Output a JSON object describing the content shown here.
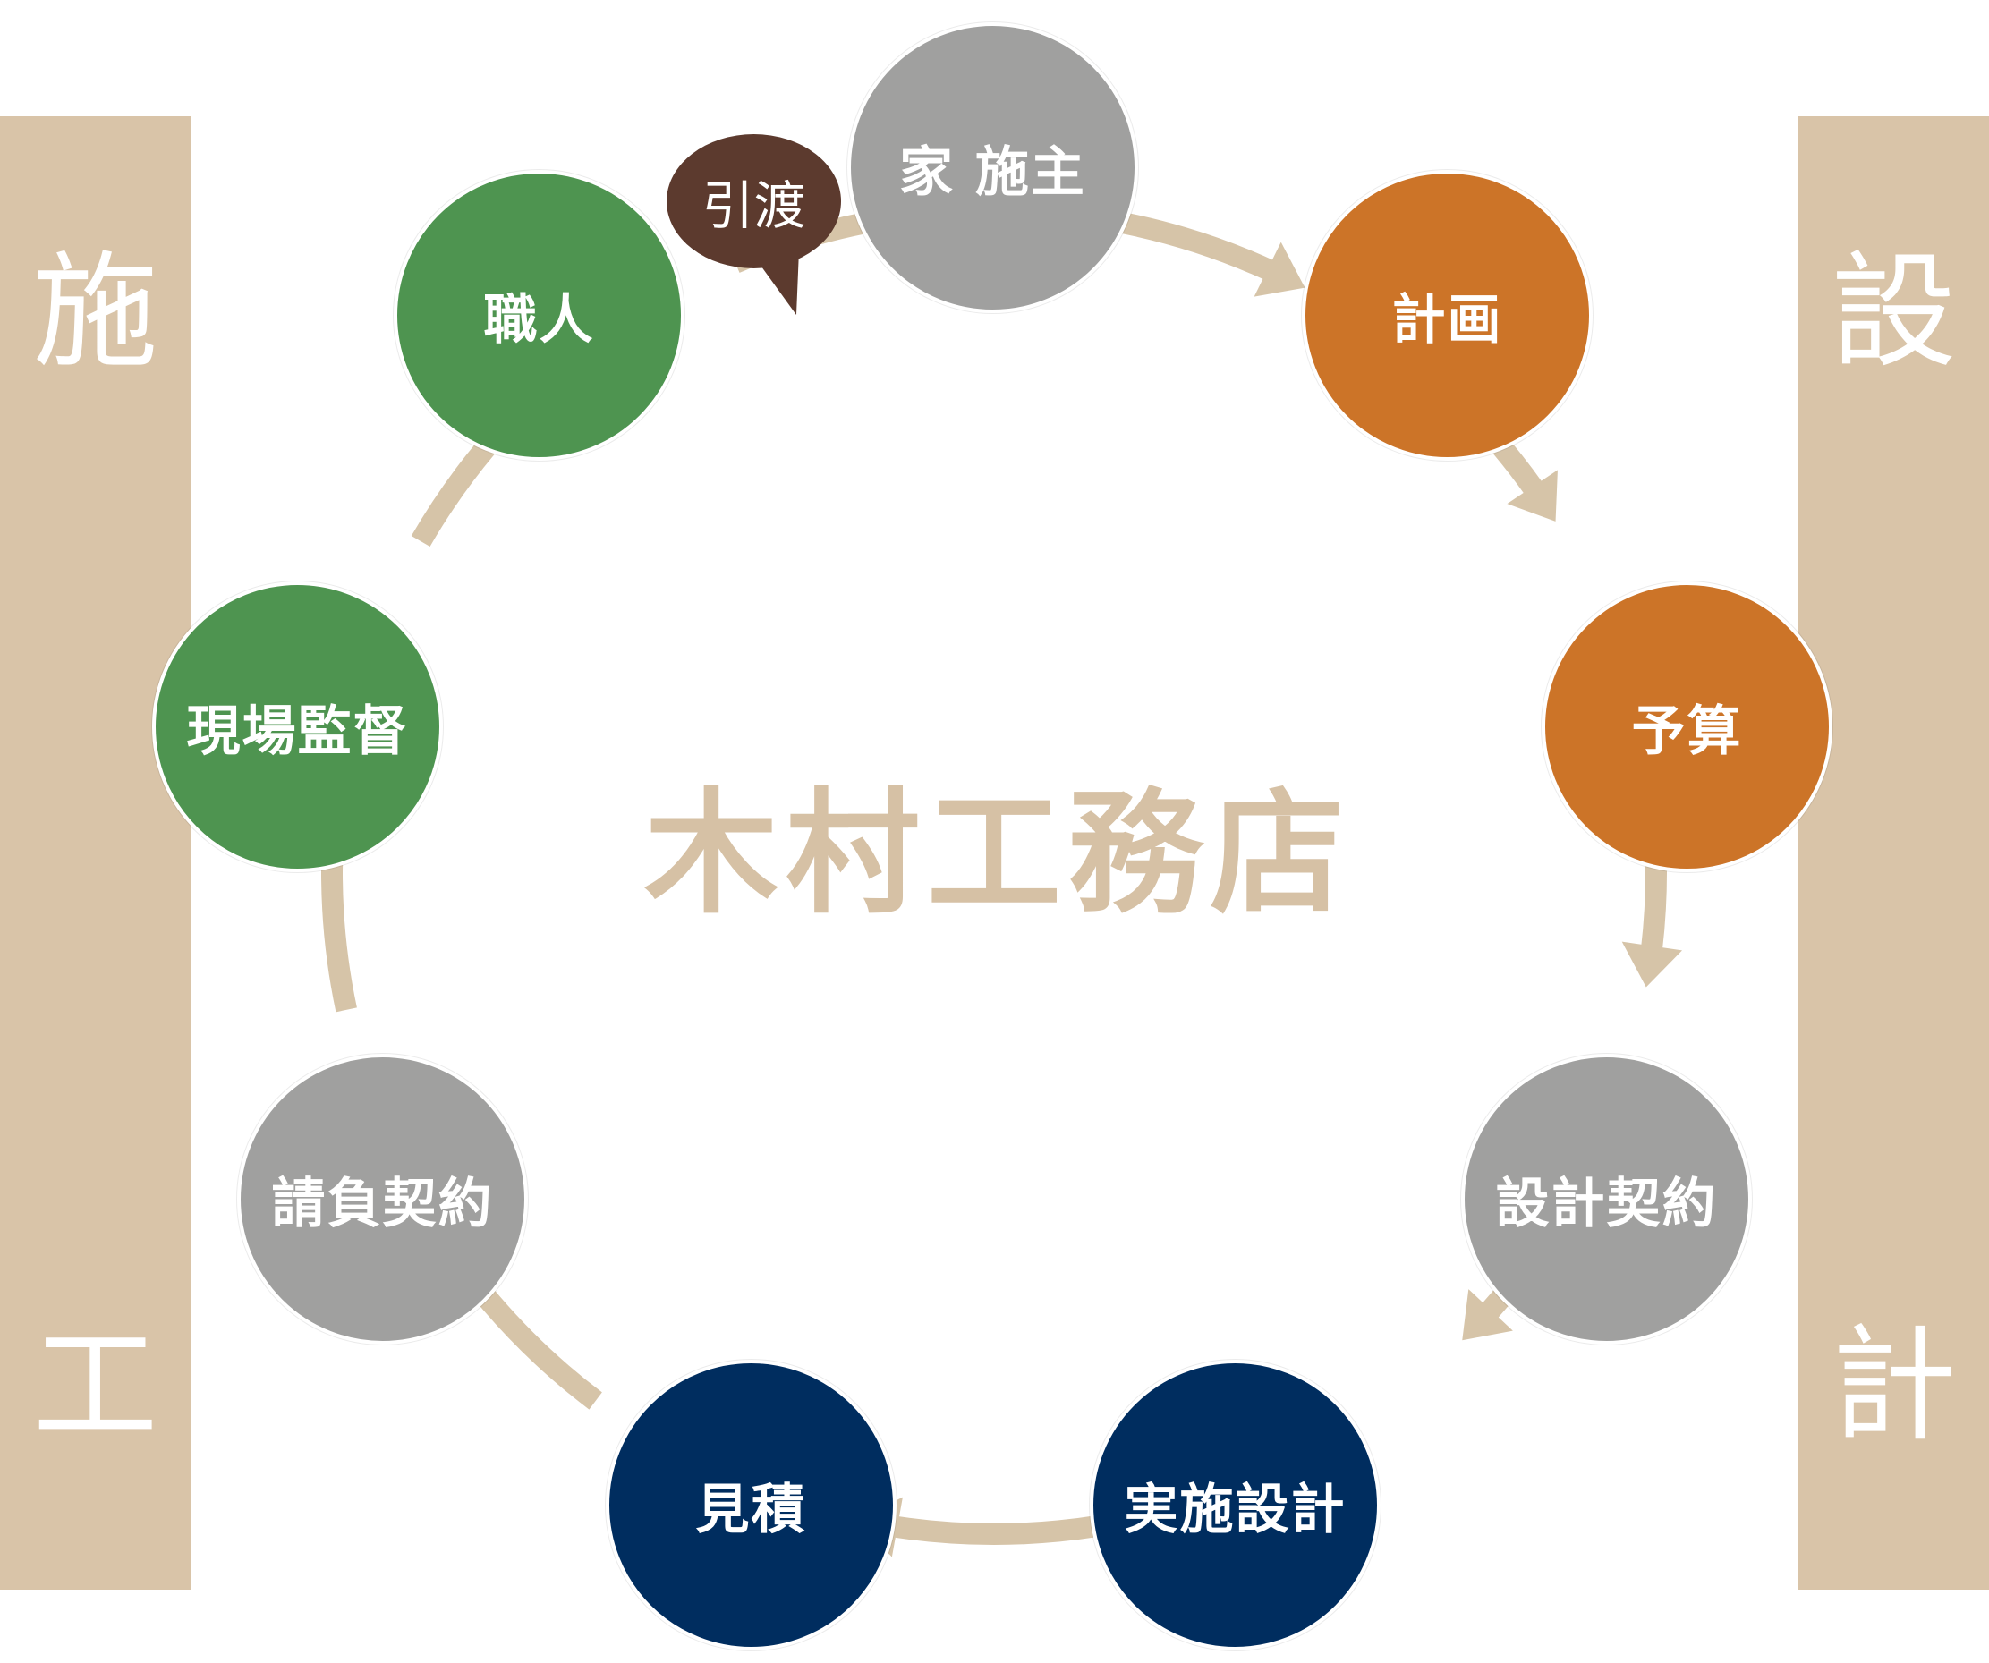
{
  "side_left": {
    "top_char": "施",
    "bottom_char": "工"
  },
  "side_right": {
    "top_char": "設",
    "bottom_char": "計"
  },
  "brand": "木村工務店",
  "speech_bubble": "引渡",
  "colors": {
    "bar": "#d9c4a8",
    "arrow": "#d6c4a8",
    "gray": "#a0a09f",
    "orange": "#cc7428",
    "green": "#4e9450",
    "navy": "#002d5f",
    "bubble": "#5c3a2e"
  },
  "cycle": [
    {
      "label": "家 施主",
      "color": "gray"
    },
    {
      "label": "計画",
      "color": "orange"
    },
    {
      "label": "予算",
      "color": "orange"
    },
    {
      "label": "設計契約",
      "color": "gray"
    },
    {
      "label": "実施設計",
      "color": "navy"
    },
    {
      "label": "見積",
      "color": "navy"
    },
    {
      "label": "請負契約",
      "color": "gray"
    },
    {
      "label": "現場監督",
      "color": "green"
    },
    {
      "label": "職人",
      "color": "green"
    }
  ]
}
